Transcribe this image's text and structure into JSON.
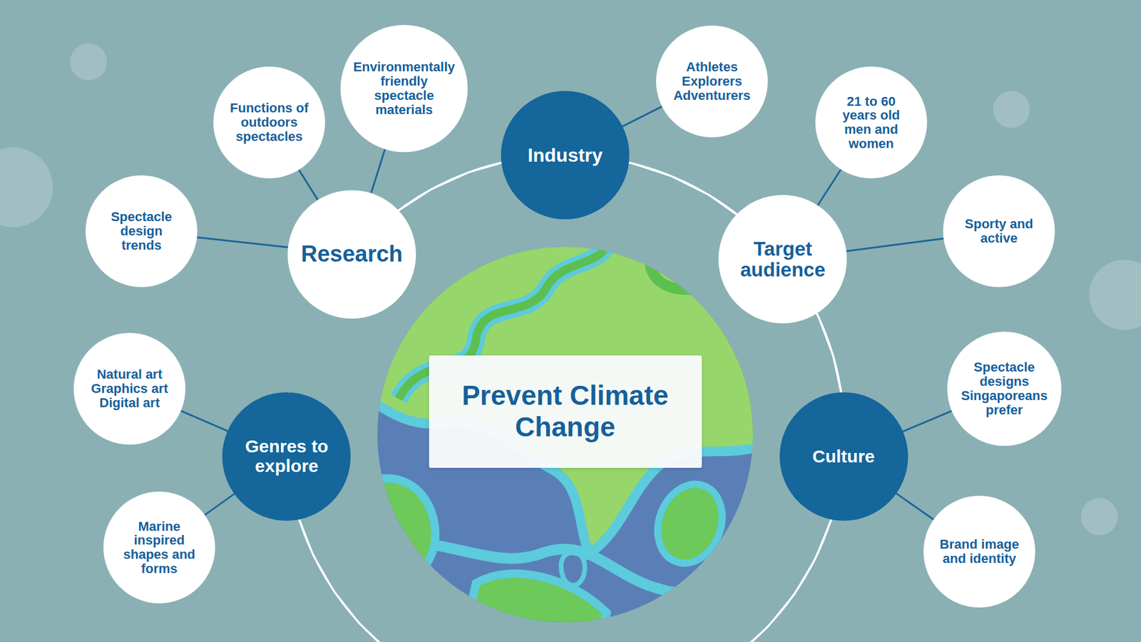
{
  "diagram": {
    "nodes": [
      {
        "text": [
          "Prevent Climate Change"
        ]
      },
      {
        "text": [
          "Industry"
        ]
      },
      {
        "text": [
          "Athletes Explorers Adventurers"
        ]
      },
      {
        "text": [
          "Target audience"
        ]
      },
      {
        "text": [
          "21 to 60 years old men and women"
        ]
      },
      {
        "text": [
          "Sporty and active"
        ]
      },
      {
        "text": [
          "Culture"
        ]
      },
      {
        "text": [
          "Spectacle designs Singaporeans prefer"
        ]
      },
      {
        "text": [
          "Brand image and identity"
        ]
      },
      {
        "text": [
          "Genres to explore"
        ]
      },
      {
        "text": [
          "Natural art Graphics art Digital art"
        ]
      },
      {
        "text": [
          "Marine inspired shapes and forms"
        ]
      },
      {
        "text": [
          "Research"
        ]
      },
      {
        "text": [
          "Spectacle design trends"
        ]
      },
      {
        "text": [
          "Functions of outdoors spectacles"
        ]
      },
      {
        "text": [
          "Environmentally friendly spectacle materials"
        ]
      }
    ],
    "edges": [
      {
        "from": 1,
        "to": 2,
        "arrow": "none"
      },
      {
        "from": 3,
        "to": 4,
        "arrow": "none"
      },
      {
        "from": 3,
        "to": 5,
        "arrow": "none"
      },
      {
        "from": 6,
        "to": 7,
        "arrow": "none"
      },
      {
        "from": 6,
        "to": 8,
        "arrow": "none"
      },
      {
        "from": 9,
        "to": 10,
        "arrow": "none"
      },
      {
        "from": 9,
        "to": 11,
        "arrow": "none"
      },
      {
        "from": 12,
        "to": 13,
        "arrow": "none"
      },
      {
        "from": 12,
        "to": 14,
        "arrow": "none"
      },
      {
        "from": 12,
        "to": 15,
        "arrow": "none"
      },
      {
        "from": 12,
        "to": 1,
        "arrow": "none"
      },
      {
        "from": 1,
        "to": 3,
        "arrow": "none"
      },
      {
        "from": 3,
        "to": 6,
        "arrow": "none"
      },
      {
        "from": 9,
        "to": 12,
        "arrow": "none"
      }
    ]
  }
}
